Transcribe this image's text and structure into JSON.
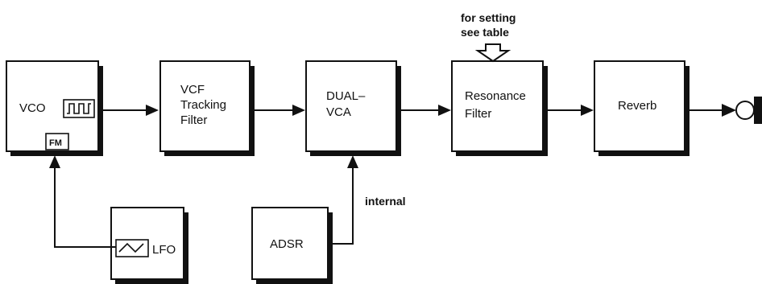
{
  "blocks": {
    "vco": {
      "label": "VCO",
      "fm_label": "FM"
    },
    "vcf": {
      "line1": "VCF",
      "line2": "Tracking",
      "line3": "Filter"
    },
    "dual_vca": {
      "line1": "DUAL–",
      "line2": "VCA"
    },
    "resonance": {
      "line1": "Resonance",
      "line2": "Filter"
    },
    "reverb": {
      "label": "Reverb"
    },
    "lfo": {
      "label": "LFO"
    },
    "adsr": {
      "label": "ADSR"
    }
  },
  "annotations": {
    "setting_line1": "for setting",
    "setting_line2": "see table",
    "internal": "internal"
  }
}
